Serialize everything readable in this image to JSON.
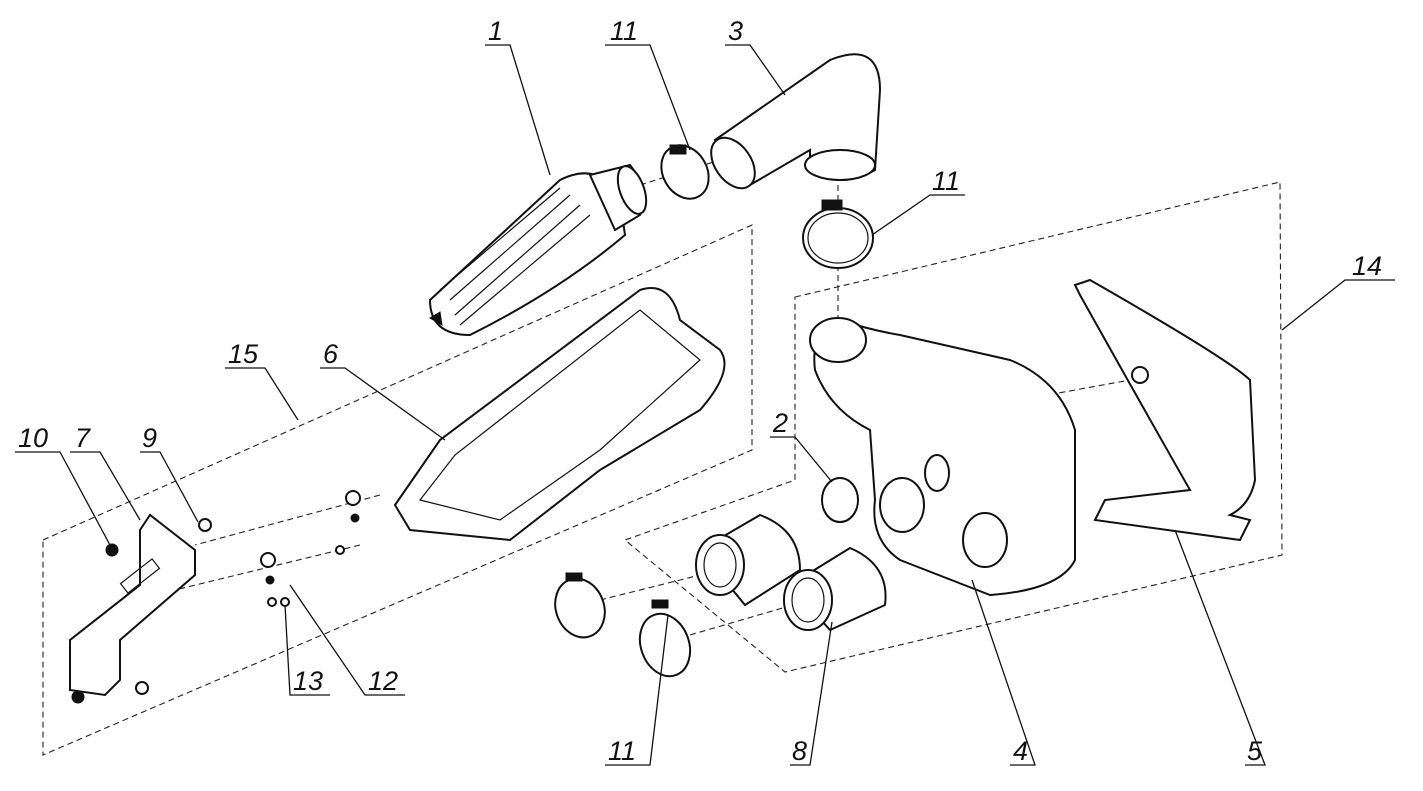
{
  "diagram": {
    "type": "exploded-assembly-view",
    "callouts": [
      {
        "id": "c1",
        "label": "1"
      },
      {
        "id": "c11a",
        "label": "11"
      },
      {
        "id": "c3",
        "label": "3"
      },
      {
        "id": "c11b",
        "label": "11"
      },
      {
        "id": "c14",
        "label": "14"
      },
      {
        "id": "c15",
        "label": "15"
      },
      {
        "id": "c6",
        "label": "6"
      },
      {
        "id": "c2",
        "label": "2"
      },
      {
        "id": "c10",
        "label": "10"
      },
      {
        "id": "c7",
        "label": "7"
      },
      {
        "id": "c9",
        "label": "9"
      },
      {
        "id": "c13",
        "label": "13"
      },
      {
        "id": "c12",
        "label": "12"
      },
      {
        "id": "c11c",
        "label": "11"
      },
      {
        "id": "c8",
        "label": "8"
      },
      {
        "id": "c4",
        "label": "4"
      },
      {
        "id": "c5",
        "label": "5"
      }
    ]
  }
}
